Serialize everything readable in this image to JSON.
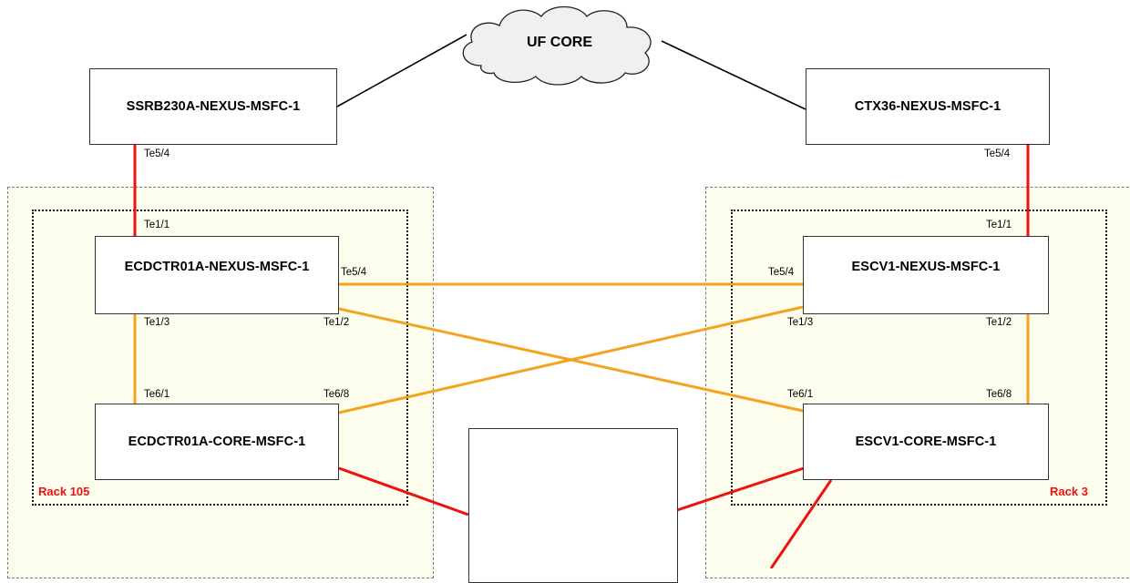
{
  "cloud": {
    "label": "UF CORE"
  },
  "devices": {
    "ssrb": "SSRB230A-NEXUS-MSFC-1",
    "ctx": "CTX36-NEXUS-MSFC-1",
    "ecd_nexus": "ECDCTR01A-NEXUS-MSFC-1",
    "ecd_core": "ECDCTR01A-CORE-MSFC-1",
    "escv_nexus": "ESCV1-NEXUS-MSFC-1",
    "escv_core": "ESCV1-CORE-MSFC-1"
  },
  "racks": {
    "left": "Rack 105",
    "right": "Rack 3"
  },
  "ports": {
    "ssrb_te54": "Te5/4",
    "ctx_te54": "Te5/4",
    "ecdn_te11": "Te1/1",
    "ecdn_te54": "Te5/4",
    "ecdn_te13": "Te1/3",
    "ecdn_te12": "Te1/2",
    "ecdc_te61": "Te6/1",
    "ecdc_te68": "Te6/8",
    "escn_te11": "Te1/1",
    "escn_te54": "Te5/4",
    "escn_te13": "Te1/3",
    "escn_te12": "Te1/2",
    "escc_te61": "Te6/1",
    "escc_te68": "Te6/8"
  },
  "colors": {
    "uplink": "#ee1111",
    "interconnect": "#f5a21f",
    "wan": "#000000",
    "rack_label": "#ee1111",
    "zone_fill": "#fdfdee"
  }
}
